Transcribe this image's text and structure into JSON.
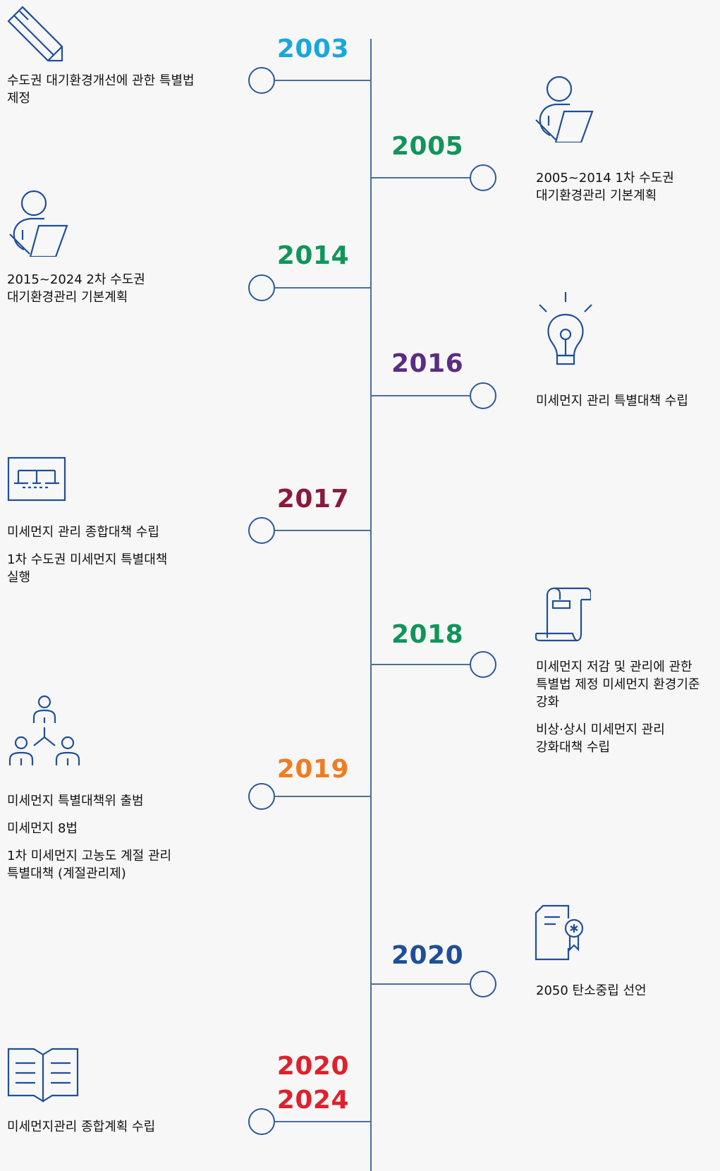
{
  "colors": {
    "line": "#4a6f9f",
    "icon": "#1f4f99"
  },
  "events": [
    {
      "year": "2003",
      "color": "#1aa7dc",
      "icon": "pen-icon",
      "lines": [
        "수도권 대기환경개선에 관한 특별법\n제정"
      ]
    },
    {
      "year": "2005",
      "color": "#11955a",
      "icon": "person-writing-icon",
      "lines": [
        "2005~2014 1차 수도권\n대기환경관리 기본계획"
      ]
    },
    {
      "year": "2014",
      "color": "#11955a",
      "icon": "person-writing-icon",
      "lines": [
        "2015~2024 2차 수도권\n대기환경관리 기본계획"
      ]
    },
    {
      "year": "2016",
      "color": "#5b2d82",
      "icon": "lightbulb-icon",
      "lines": [
        "미세먼지 관리 특별대책 수립"
      ]
    },
    {
      "year": "2017",
      "color": "#8a1a3c",
      "icon": "blueprint-icon",
      "lines": [
        "미세먼지 관리 종합대책 수립",
        "1차 수도권 미세먼지 특별대책\n실행"
      ]
    },
    {
      "year": "2018",
      "color": "#11955a",
      "icon": "scroll-icon",
      "lines": [
        "미세먼지 저감 및 관리에 관한\n특별법 제정 미세먼지 환경기준\n강화",
        "비상·상시 미세먼지 관리\n강화대책 수립"
      ]
    },
    {
      "year": "2019",
      "color": "#f07c22",
      "icon": "organization-icon",
      "lines": [
        "미세먼지 특별대책위 출범",
        "미세먼지 8법",
        "1차 미세먼지 고농도 계절 관리\n특별대책 (계절관리제)"
      ]
    },
    {
      "year": "2020",
      "color": "#1f4f99",
      "icon": "certificate-icon",
      "lines": [
        "2050 탄소중립 선언"
      ]
    },
    {
      "year": "2020\n2024",
      "color": "#e0202c",
      "icon": "book-icon",
      "lines": [
        "미세먼지관리 종합계획 수립"
      ]
    }
  ]
}
